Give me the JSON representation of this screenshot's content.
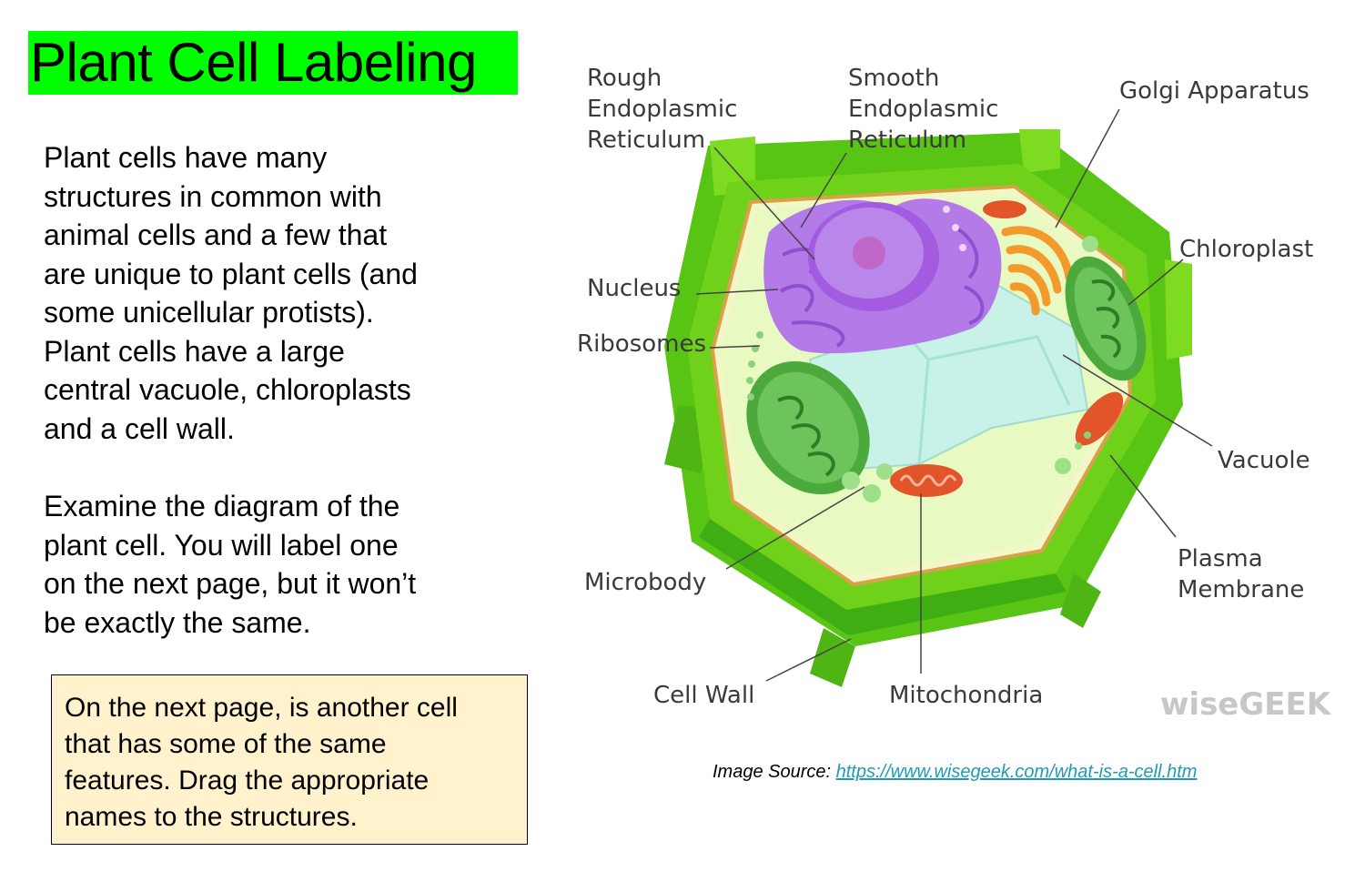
{
  "title": "Plant Cell Labeling",
  "intro_text": "Plant cells have many\nstructures in common with\nanimal cells and a few that\nare unique to plant cells (and\nsome unicellular protists).\nPlant cells have a large\ncentral vacuole, chloroplasts\nand a cell wall.",
  "examine_text": "Examine the diagram of the\nplant cell.  You will label one\non the next page, but it won’t\nbe exactly the same.",
  "note_text": "On the next page, is another cell\nthat has some of the same\nfeatures.  Drag the appropriate\nnames to the structures.",
  "diagram": {
    "labels": {
      "rough_er": [
        "Rough",
        "Endoplasmic",
        "Reticulum"
      ],
      "smooth_er": [
        "Smooth",
        "Endoplasmic",
        "Reticulum"
      ],
      "golgi": "Golgi Apparatus",
      "chloroplast": "Chloroplast",
      "nucleus": "Nucleus",
      "ribosomes": "Ribosomes",
      "vacuole": "Vacuole",
      "plasma_membrane": [
        "Plasma",
        "Membrane"
      ],
      "microbody": "Microbody",
      "cell_wall": "Cell Wall",
      "mitochondria": "Mitochondria"
    },
    "watermark": "wiseGEEK",
    "colors": {
      "cell_wall": "#6fd11a",
      "cell_wall_dark": "#3fae12",
      "cytoplasm": "#e9f9c2",
      "nucleus": "#a35be0",
      "vacuole": "#c8f1e8",
      "chloroplast": "#4caa3c",
      "mitochondria": "#e2552a",
      "golgi": "#f39a2c"
    }
  },
  "source": {
    "prefix": "Image Source: ",
    "link_text": "https://www.wisegeek.com/what-is-a-cell.htm"
  }
}
